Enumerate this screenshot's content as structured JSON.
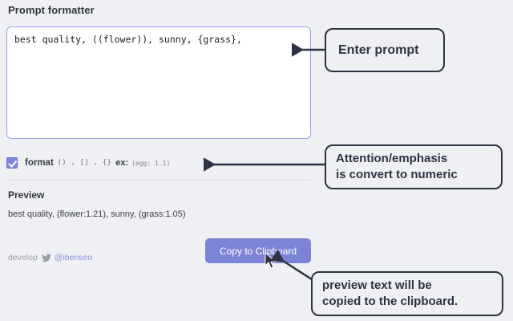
{
  "app": {
    "title": "Prompt formatter"
  },
  "prompt_input": {
    "value": "best quality, ((flower)), sunny, {grass},",
    "placeholder": ""
  },
  "format_row": {
    "checked": true,
    "label": "format",
    "brackets": "() , [] , {}",
    "example_label": "ex:",
    "example_value": "(egg: 1.1)"
  },
  "preview": {
    "heading": "Preview",
    "text": "best quality, (flower:1.21), sunny, (grass:1.05)"
  },
  "actions": {
    "copy_label": "Copy to Clipboard"
  },
  "footer": {
    "develop_label": "develop",
    "twitter_icon": "twitter-bird-icon",
    "handle": "@ibenseo"
  },
  "annotations": [
    {
      "id": "enter-prompt",
      "text": "Enter prompt"
    },
    {
      "id": "attention-emphasis",
      "line1": "Attention/emphasis",
      "line2": "is convert to numeric"
    },
    {
      "id": "clipboard",
      "line1": "preview text will be",
      "line2": "copied to the clipboard."
    }
  ],
  "colors": {
    "background": "#eff0f4",
    "accent": "#7d84d8",
    "annotation": "#2f3242",
    "input_border": "#98a0e0",
    "text": "#33363f"
  }
}
